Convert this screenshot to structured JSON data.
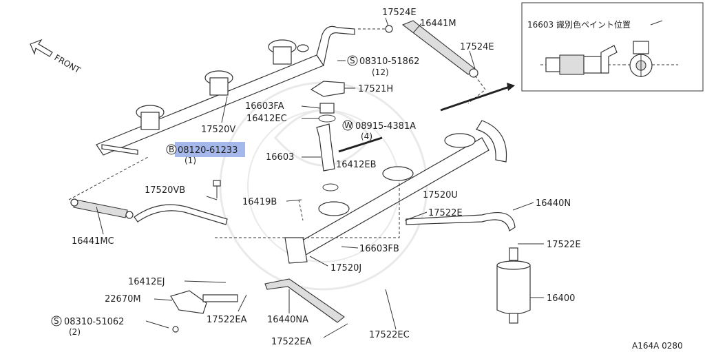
{
  "front_label": "FRONT",
  "inset_title": "16603 識別色ペイント位置",
  "drawing_code": "A164A 0280",
  "callouts": {
    "c17524E_top": "17524E",
    "c16441M": "16441M",
    "c17524E_right": "17524E",
    "c08310_51862": "08310-51862",
    "c08310_51862_qty": "(12)",
    "c17521H": "17521H",
    "c16603FA": "16603FA",
    "c16412EC": "16412EC",
    "c17520V": "17520V",
    "c08915_4381A": "08915-4381A",
    "c08915_qty": "(4)",
    "c08120_61233": "08120-61233",
    "c08120_qty": "(1)",
    "c16603": "16603",
    "c16412EB": "16412EB",
    "c17520VB": "17520VB",
    "c17520U": "17520U",
    "c16419B": "16419B",
    "c17522E_mid": "17522E",
    "c16440N": "16440N",
    "c16441MC": "16441MC",
    "c16603FB": "16603FB",
    "c17522E_right": "17522E",
    "c17520J": "17520J",
    "c16412EJ": "16412EJ",
    "c22670M": "22670M",
    "c16400": "16400",
    "c08310_51062": "08310-51062",
    "c08310_51062_qty": "(2)",
    "c17522EA_low": "17522EA",
    "c16440NA": "16440NA",
    "c17522EA_bottom": "17522EA",
    "c17522EC": "17522EC"
  },
  "prefix_symbols": {
    "s_bolt": "S",
    "s_screw": "S",
    "w_washer": "W",
    "b_bolt": "B"
  }
}
